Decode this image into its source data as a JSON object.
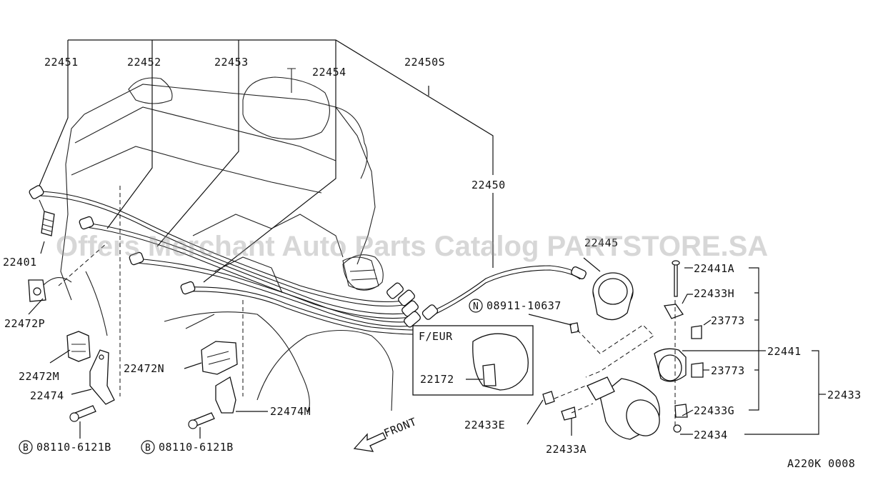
{
  "part_numbers": {
    "p22451": "22451",
    "p22452": "22452",
    "p22453": "22453",
    "p22454": "22454",
    "p22450S": "22450S",
    "p22450": "22450",
    "p22401": "22401",
    "p22472P": "22472P",
    "p22472M": "22472M",
    "p22474": "22474",
    "p22472N": "22472N",
    "p22474M": "22474M",
    "p22445": "22445",
    "p22441A": "22441A",
    "p22433H": "22433H",
    "p23773a": "23773",
    "p23773b": "23773",
    "p22441": "22441",
    "p22433": "22433",
    "p22433G": "22433G",
    "p22434": "22434",
    "p22433E": "22433E",
    "p22433A": "22433A",
    "p22172": "22172"
  },
  "fasteners": {
    "nut_prefix": "N",
    "nut_number": "08911-10637",
    "bolt_prefix_left": "B",
    "bolt_number_left": "08110-6121B",
    "bolt_prefix_right": "B",
    "bolt_number_right": "08110-6121B"
  },
  "inset": {
    "label": "F/EUR"
  },
  "direction": {
    "label": "FRONT"
  },
  "watermark": "Offers Merchant Auto Parts Catalog PARTSTORE.SA",
  "diagram_code": "A220K 0008"
}
